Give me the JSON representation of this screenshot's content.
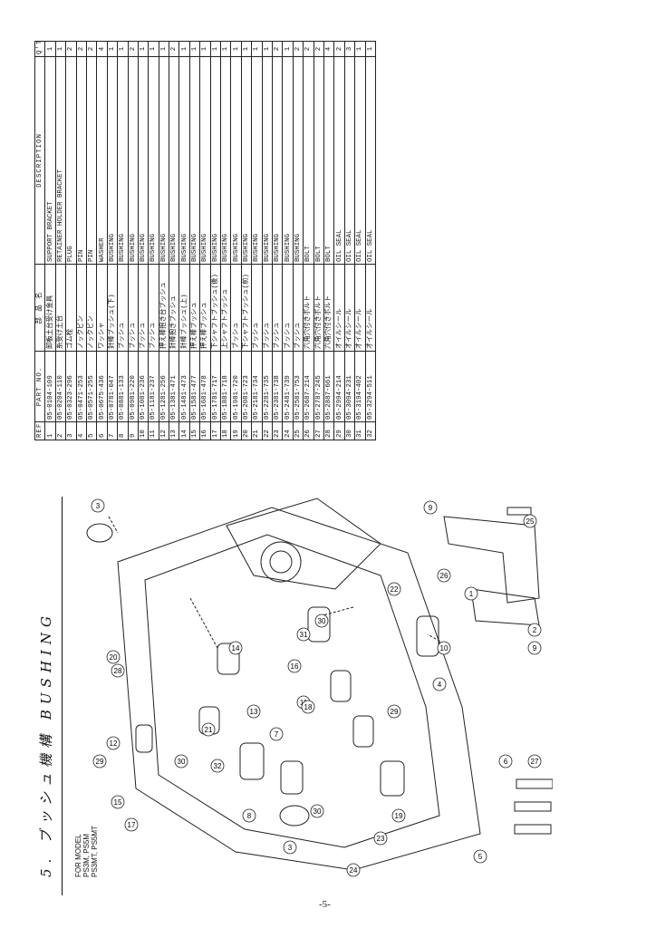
{
  "section": {
    "number": "5.",
    "title_jp": "ブッシュ機構",
    "title_en": "BUSHING"
  },
  "model_note": {
    "line1": "FOR MODEL",
    "line2": "PS3M, PS5M",
    "line3": "PS3MT, PS5MT"
  },
  "page_number": "-5-",
  "table": {
    "headers": {
      "ref_no": "REF.NO",
      "part_no": "PART NO.",
      "name": "部 品 名",
      "description": "DESCRIPTION",
      "qty": "Q'TY"
    },
    "rows": [
      {
        "ref": "1",
        "part": "05-0104-109",
        "name": "卸板土台受け金具",
        "desc": "SUPPORT BRACKET",
        "qty": "1"
      },
      {
        "ref": "2",
        "part": "05-0204-110",
        "name": "糸受け土台",
        "desc": "RETAINER HOLDER BRACKET",
        "qty": "1"
      },
      {
        "ref": "3",
        "part": "05-0323-296",
        "name": "ゴム栓",
        "desc": "PLUG",
        "qty": "2"
      },
      {
        "ref": "4",
        "part": "05-0471-253",
        "name": "ノックピン",
        "desc": "PIN",
        "qty": "2"
      },
      {
        "ref": "5",
        "part": "05-0571-255",
        "name": "ノックピン",
        "desc": "PIN",
        "qty": "2"
      },
      {
        "ref": "6",
        "part": "05-0675-436",
        "name": "ワッシャ",
        "desc": "WASHER",
        "qty": "4"
      },
      {
        "ref": "7",
        "part": "05-0781-047",
        "name": "針棒ブッシュ(下)",
        "desc": "BUSHING",
        "qty": "1"
      },
      {
        "ref": "8",
        "part": "05-0881-133",
        "name": "ブッシュ",
        "desc": "BUSHING",
        "qty": "1"
      },
      {
        "ref": "9",
        "part": "05-0981-220",
        "name": "ブッシュ",
        "desc": "BUSHING",
        "qty": "2"
      },
      {
        "ref": "10",
        "part": "05-1081-236",
        "name": "ブッシュ",
        "desc": "BUSHING",
        "qty": "1"
      },
      {
        "ref": "11",
        "part": "05-1181-237",
        "name": "ブッシュ",
        "desc": "BUSHING",
        "qty": "1"
      },
      {
        "ref": "12",
        "part": "05-1281-256",
        "name": "押え棒抱き台ブッシュ",
        "desc": "BUSHING",
        "qty": "1"
      },
      {
        "ref": "13",
        "part": "05-1381-471",
        "name": "針棒抱きブッシュ",
        "desc": "BUSHING",
        "qty": "2"
      },
      {
        "ref": "14",
        "part": "05-1481-473",
        "name": "針棒ブッシュ(上)",
        "desc": "BUSHING",
        "qty": "1"
      },
      {
        "ref": "15",
        "part": "05-1581-477",
        "name": "押え棒ブッシュ",
        "desc": "BUSHING",
        "qty": "1"
      },
      {
        "ref": "16",
        "part": "05-1681-478",
        "name": "押え棒ブッシュ",
        "desc": "BUSHING",
        "qty": "1"
      },
      {
        "ref": "17",
        "part": "05-1781-717",
        "name": "下シャフトブッシュ(後)",
        "desc": "BUSHING",
        "qty": "1"
      },
      {
        "ref": "18",
        "part": "05-1881-718",
        "name": "上シャフトブッシュ",
        "desc": "BUSHING",
        "qty": "1"
      },
      {
        "ref": "19",
        "part": "05-1981-720",
        "name": "ブッシュ",
        "desc": "BUSHING",
        "qty": "1"
      },
      {
        "ref": "20",
        "part": "05-2081-723",
        "name": "下シャフトブッシュ(前)",
        "desc": "BUSHING",
        "qty": "1"
      },
      {
        "ref": "21",
        "part": "05-2181-734",
        "name": "ブッシュ",
        "desc": "BUSHING",
        "qty": "1"
      },
      {
        "ref": "22",
        "part": "05-2281-735",
        "name": "ブッシュ",
        "desc": "BUSHING",
        "qty": "1"
      },
      {
        "ref": "23",
        "part": "05-2381-738",
        "name": "ブッシュ",
        "desc": "BUSHING",
        "qty": "2"
      },
      {
        "ref": "24",
        "part": "05-2481-739",
        "name": "ブッシュ",
        "desc": "BUSHING",
        "qty": "1"
      },
      {
        "ref": "25",
        "part": "05-2581-753",
        "name": "ブッシュ",
        "desc": "BUSHING",
        "qty": "2"
      },
      {
        "ref": "26",
        "part": "05-2687-214",
        "name": "六角穴付きボルト",
        "desc": "BOLT",
        "qty": "2"
      },
      {
        "ref": "27",
        "part": "05-2787-245",
        "name": "六角穴付きボルト",
        "desc": "BOLT",
        "qty": "2"
      },
      {
        "ref": "28",
        "part": "05-2887-661",
        "name": "六角穴付きボルト",
        "desc": "BOLT",
        "qty": "4"
      },
      {
        "ref": "29",
        "part": "05-2994-214",
        "name": "オイルシール",
        "desc": "OIL SEAL",
        "qty": "2"
      },
      {
        "ref": "30",
        "part": "05-3094-231",
        "name": "オイルシール",
        "desc": "OIL SEAL",
        "qty": "3"
      },
      {
        "ref": "31",
        "part": "05-3194-402",
        "name": "オイルシール",
        "desc": "OIL SEAL",
        "qty": "1"
      },
      {
        "ref": "32",
        "part": "05-3294-511",
        "name": "オイルシール",
        "desc": "OIL SEAL",
        "qty": "1"
      }
    ]
  },
  "callouts": [
    "1",
    "2",
    "3",
    "3",
    "4",
    "5",
    "6",
    "7",
    "8",
    "9",
    "9",
    "10",
    "11",
    "12",
    "13",
    "14",
    "15",
    "16",
    "17",
    "18",
    "19",
    "20",
    "21",
    "22",
    "23",
    "24",
    "25",
    "26",
    "27",
    "28",
    "29",
    "29",
    "30",
    "30",
    "30",
    "31",
    "32"
  ]
}
